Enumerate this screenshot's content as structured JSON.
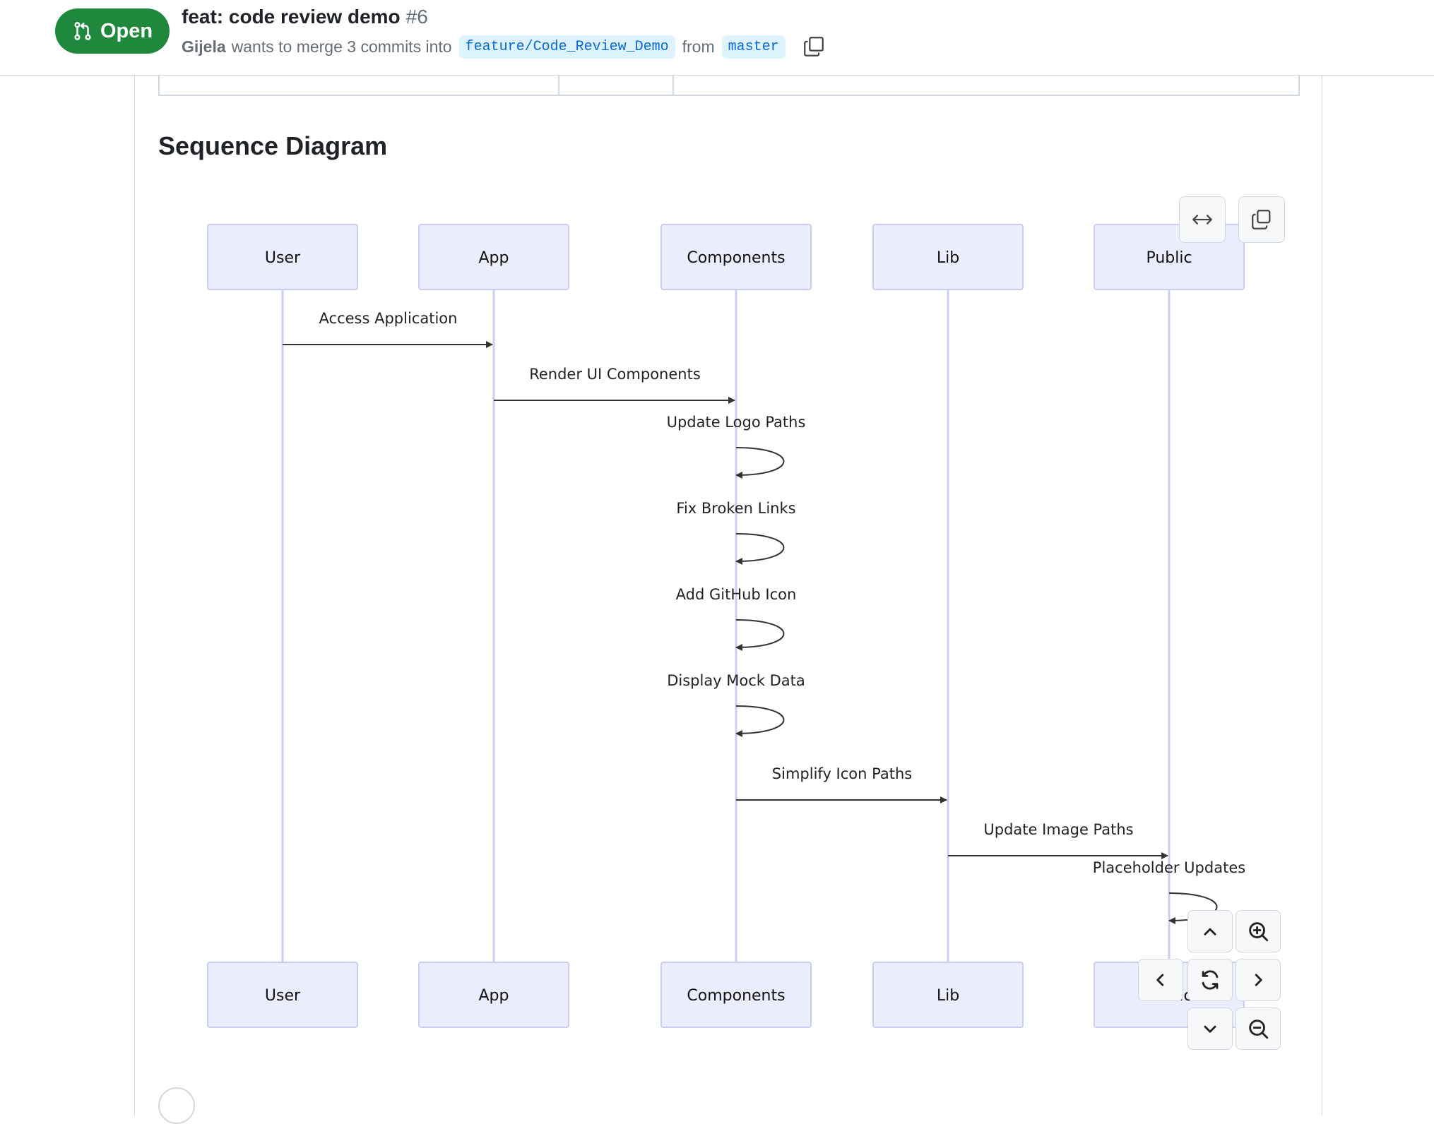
{
  "pr": {
    "state_label": "Open",
    "title": "feat: code review demo",
    "number": "#6",
    "author": "Gijela",
    "merge_text": "wants to merge 3 commits into",
    "base_branch": "feature/Code_Review_Demo",
    "from_text": "from",
    "head_branch": "master"
  },
  "section": {
    "heading": "Sequence Diagram"
  },
  "diagram": {
    "actors": [
      "User",
      "App",
      "Components",
      "Lib",
      "Public"
    ],
    "messages": [
      {
        "from": "User",
        "to": "App",
        "label": "Access Application"
      },
      {
        "from": "App",
        "to": "Components",
        "label": "Render UI Components"
      },
      {
        "from": "Components",
        "to": "Components",
        "label": "Update Logo Paths"
      },
      {
        "from": "Components",
        "to": "Components",
        "label": "Fix Broken Links"
      },
      {
        "from": "Components",
        "to": "Components",
        "label": "Add GitHub Icon"
      },
      {
        "from": "Components",
        "to": "Components",
        "label": "Display Mock Data"
      },
      {
        "from": "Components",
        "to": "Lib",
        "label": "Simplify Icon Paths"
      },
      {
        "from": "Lib",
        "to": "Public",
        "label": "Update Image Paths"
      },
      {
        "from": "Public",
        "to": "Public",
        "label": "Placeholder Updates"
      }
    ]
  },
  "icons": {
    "state": "git-pull-request-icon",
    "copy": "copy-icon",
    "expand": "arrows-horizontal-icon",
    "zoom_in": "zoom-in-icon",
    "zoom_out": "zoom-out-icon",
    "reset": "sync-icon",
    "pan_up": "chevron-up-icon",
    "pan_down": "chevron-down-icon",
    "pan_left": "chevron-left-icon",
    "pan_right": "chevron-right-icon"
  },
  "colors": {
    "open_green": "#1f883d",
    "branch_blue": "#0969da",
    "branch_bg": "#ddf4ff",
    "actor_fill": "#ececff",
    "actor_stroke": "#cccdf2"
  }
}
